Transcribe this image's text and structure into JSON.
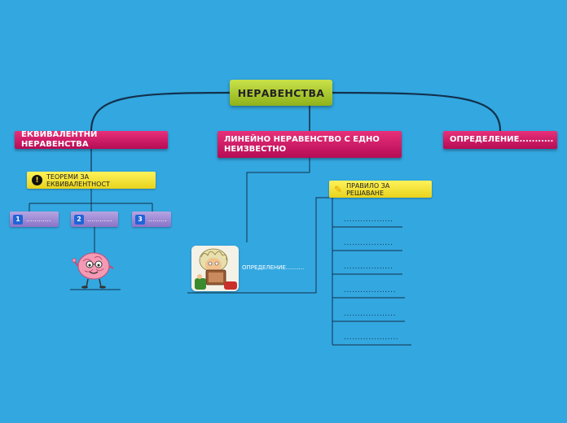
{
  "colors": {
    "background": "#33a7e0",
    "root": "#a6c52b",
    "main_topic": "#d81b66",
    "subtopic": "#f3e434",
    "number_box": "#9f8ad6",
    "connector": "#12314d"
  },
  "root": {
    "label": "НЕРАВЕНСТВА"
  },
  "topics": {
    "equivalent": {
      "label": "ЕКВИВАЛЕНТНИ НЕРАВЕНСТВА"
    },
    "linear": {
      "label": "ЛИНЕЙНО НЕРАВЕНСТВО С ЕДНО НЕИЗВЕСТНО"
    },
    "definition": {
      "label": "ОПРЕДЕЛЕНИЕ..........."
    }
  },
  "theorems": {
    "label": "ТЕОРЕМИ ЗА ЕКВИВАЛЕНТНОСТ",
    "icon": "surprised-face-icon",
    "items": [
      {
        "number": "1",
        "label": "............"
      },
      {
        "number": "2",
        "label": "............"
      },
      {
        "number": "3",
        "label": "........."
      }
    ]
  },
  "linear_children": {
    "definition_label": "ОПРЕДЕЛЕНИЕ..........",
    "reader_image": "reading-student-image",
    "rule": {
      "label": "ПРАВИЛО ЗА РЕШАВАНЕ",
      "icon": "pencil-icon",
      "items": [
        "..................",
        "..................",
        "..................",
        "...................",
        "...................",
        "...................."
      ]
    }
  },
  "brain_image": "brain-character-image"
}
